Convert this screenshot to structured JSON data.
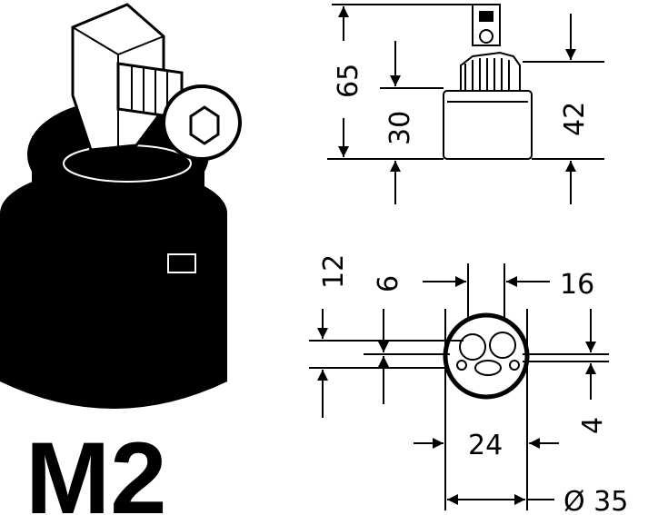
{
  "model": "M2",
  "side_view": {
    "height_total": "65",
    "height_body": "30",
    "height_lower": "42"
  },
  "top_view": {
    "dim_12": "12",
    "dim_6": "6",
    "dim_16": "16",
    "dim_4": "4",
    "dim_24": "24",
    "diameter": "Ø 35"
  },
  "colors": {
    "ink": "#000000",
    "paper": "#ffffff"
  }
}
